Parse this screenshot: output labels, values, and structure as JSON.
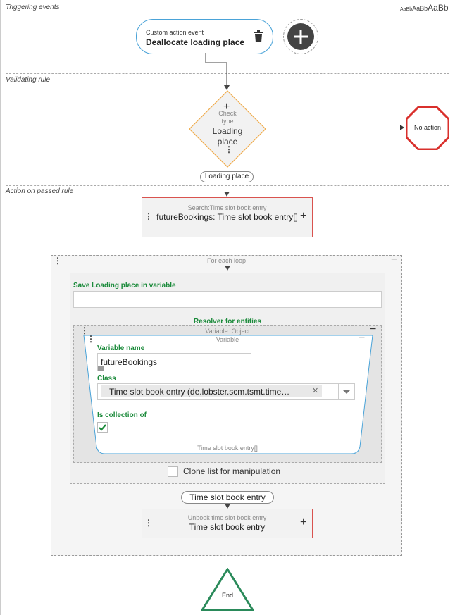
{
  "sections": {
    "triggering": "Triggering events",
    "validating": "Validating rule",
    "action_passed": "Action on passed rule"
  },
  "font_size_sample": {
    "s1": "AaBb",
    "s2": "AaBb",
    "s3": "AaBb"
  },
  "trigger": {
    "kind": "Custom action event",
    "title": "Deallocate loading place",
    "delete_icon": "trash-icon",
    "add_icon": "plus-icon"
  },
  "check": {
    "label_line1": "Check",
    "label_line2": "type",
    "value_line1": "Loading",
    "value_line2": "place",
    "branch_label": "Loading place",
    "no_action": "No action"
  },
  "search": {
    "caption": "Search:Time slot book entry",
    "text": "futureBookings: Time slot book entry[]"
  },
  "loop": {
    "caption": "For each loop",
    "save_label": "Save Loading place in variable",
    "resolver_label": "Resolver for entities",
    "variable_object_caption": "Variable: Object",
    "variable_caption": "Variable",
    "variable_name_label": "Variable name",
    "variable_name_value": "futureBookings",
    "class_label": "Class",
    "class_value": "Time slot book entry (de.lobster.scm.tsmt.time…",
    "is_collection_label": "Is collection of",
    "footer_caption": "Time slot book entry[]",
    "clone_label": "Clone list for manipulation",
    "entry_pill": "Time slot book entry",
    "unbook_caption": "Unbook time slot book entry",
    "unbook_text": "Time slot book entry"
  },
  "end_label": "End"
}
